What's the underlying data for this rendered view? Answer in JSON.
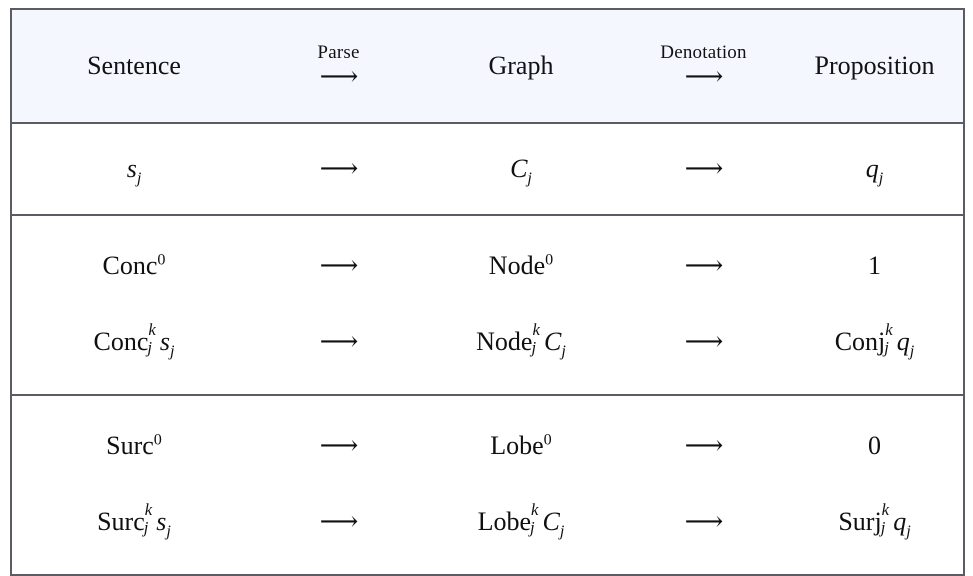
{
  "figure": {
    "kind": "three-column-mapping-table",
    "colors": {
      "header_background": "#f4f7fd",
      "border": "#5b5b66",
      "text": "#111111",
      "page_background": "#ffffff"
    }
  },
  "header": {
    "columns": [
      {
        "label": "Sentence"
      },
      {
        "label": "Graph"
      },
      {
        "label": "Proposition"
      }
    ],
    "arrows": [
      {
        "caption": "Parse",
        "glyph": "⟶"
      },
      {
        "caption": "Denotation",
        "glyph": "⟶"
      }
    ]
  },
  "arrow_glyph": "⟶",
  "sections": [
    {
      "id": "base",
      "rows": [
        {
          "sentence": {
            "base": "s",
            "sub": "j",
            "style": "italic"
          },
          "graph": {
            "base": "C",
            "sub": "j",
            "style": "italic"
          },
          "proposition": {
            "base": "q",
            "sub": "j",
            "style": "italic"
          },
          "sentence_text": "s_j",
          "graph_text": "C_j",
          "proposition_text": "q_j"
        }
      ]
    },
    {
      "id": "conc",
      "rows": [
        {
          "sentence": {
            "name": "Conc",
            "sup": "0"
          },
          "graph": {
            "name": "Node",
            "sup": "0"
          },
          "proposition": {
            "literal": "1"
          },
          "sentence_text": "Conc^0",
          "graph_text": "Node^0",
          "proposition_text": "1"
        },
        {
          "sentence": {
            "name": "Conc",
            "sup": "k",
            "sub": "j",
            "arg": "s",
            "arg_sub": "j"
          },
          "graph": {
            "name": "Node",
            "sup": "k",
            "sub": "j",
            "arg": "C",
            "arg_sub": "j"
          },
          "proposition": {
            "name": "Conj",
            "sup": "k",
            "sub": "j",
            "arg": "q",
            "arg_sub": "j"
          },
          "sentence_text": "Conc^k_j s_j",
          "graph_text": "Node^k_j C_j",
          "proposition_text": "Conj^k_j q_j"
        }
      ]
    },
    {
      "id": "surc",
      "rows": [
        {
          "sentence": {
            "name": "Surc",
            "sup": "0"
          },
          "graph": {
            "name": "Lobe",
            "sup": "0"
          },
          "proposition": {
            "literal": "0"
          },
          "sentence_text": "Surc^0",
          "graph_text": "Lobe^0",
          "proposition_text": "0"
        },
        {
          "sentence": {
            "name": "Surc",
            "sup": "k",
            "sub": "j",
            "arg": "s",
            "arg_sub": "j"
          },
          "graph": {
            "name": "Lobe",
            "sup": "k",
            "sub": "j",
            "arg": "C",
            "arg_sub": "j"
          },
          "proposition": {
            "name": "Surj",
            "sup": "k",
            "sub": "j",
            "arg": "q",
            "arg_sub": "j"
          },
          "sentence_text": "Surc^k_j s_j",
          "graph_text": "Lobe^k_j C_j",
          "proposition_text": "Surj^k_j q_j"
        }
      ]
    }
  ]
}
